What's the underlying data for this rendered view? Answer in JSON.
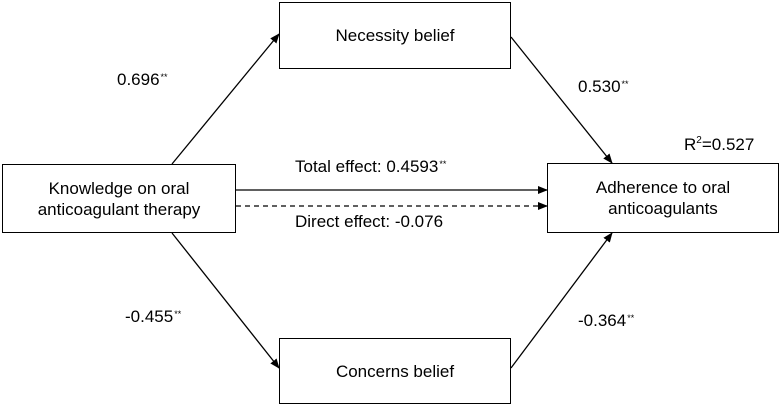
{
  "boxes": {
    "necessity": "Necessity belief",
    "knowledge_line1": "Knowledge on oral",
    "knowledge_line2": "anticoagulant therapy",
    "adherence_line1": "Adherence to oral",
    "adherence_line2": "anticoagulants",
    "concerns": "Concerns belief"
  },
  "paths": {
    "knowledge_to_necessity": {
      "value": "0.696",
      "sig": "**"
    },
    "necessity_to_adherence": {
      "value": "0.530",
      "sig": "**"
    },
    "knowledge_to_concerns": {
      "value": "-0.455",
      "sig": "**"
    },
    "concerns_to_adherence": {
      "value": "-0.364",
      "sig": "**"
    },
    "total_effect": {
      "label": "Total effect: 0.4593",
      "sig": "**"
    },
    "direct_effect": {
      "label": "Direct effect: -0.076"
    }
  },
  "r_squared": {
    "prefix": "R",
    "exponent": "2",
    "value": "=0.527"
  }
}
